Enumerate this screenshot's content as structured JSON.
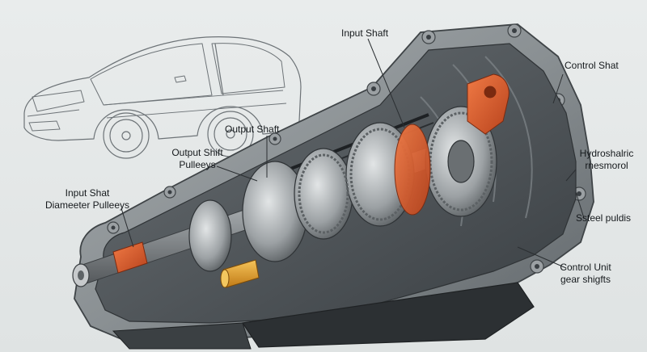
{
  "labels": {
    "input_shaft": "Input Shaft",
    "control_shaft": "Control Shat",
    "output_shaft": "Output Shaft",
    "output_shift_pulleys_1": "Output Shift",
    "output_shift_pulleys_2": "Pulleeys",
    "input_shat_1": "Input Shat",
    "input_shat_2": "Diameeter Pulleeys",
    "hydroshalric_1": "Hydroshalric",
    "hydroshalric_2": "rnesmorol",
    "ssteel_pulds": "Ssteel puldis",
    "control_unit_1": "Control Unit",
    "control_unit_2": "gear shigfts"
  },
  "colors": {
    "casing": "#8f9598",
    "casing_dark": "#4e5458",
    "steel": "#b8bcbf",
    "accent_orange": "#d4592c",
    "bushing_gold": "#e0a030",
    "sketch_line": "#6d7377"
  }
}
